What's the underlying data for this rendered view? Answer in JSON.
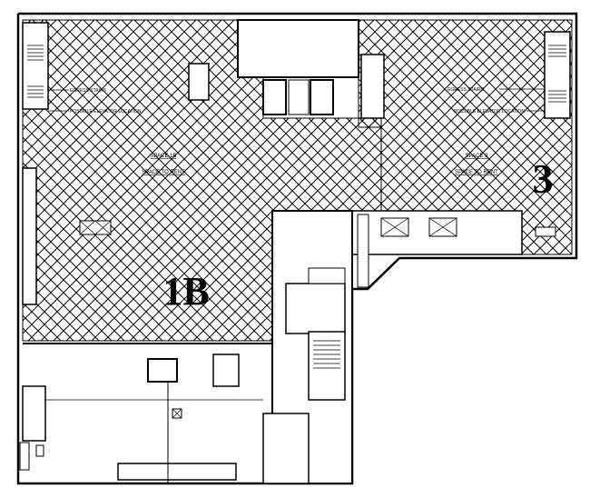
{
  "plan": {
    "space_1b": {
      "title": "SPACE 1B",
      "subtitle": "SPACE TO RENT",
      "big_label": "1B"
    },
    "space_3": {
      "title": "SPACE 3",
      "subtitle": "SPACE TO RENT",
      "big_label": "3"
    },
    "notes_left": {
      "stairs": "EGRESS STAIRS",
      "elevator": "POSSIBLE ELEVATOR LOCATION"
    },
    "notes_right": {
      "stairs": "EGRESS STAIRS",
      "elevator": "POSSIBLE ELEVATOR LOCATION"
    }
  }
}
